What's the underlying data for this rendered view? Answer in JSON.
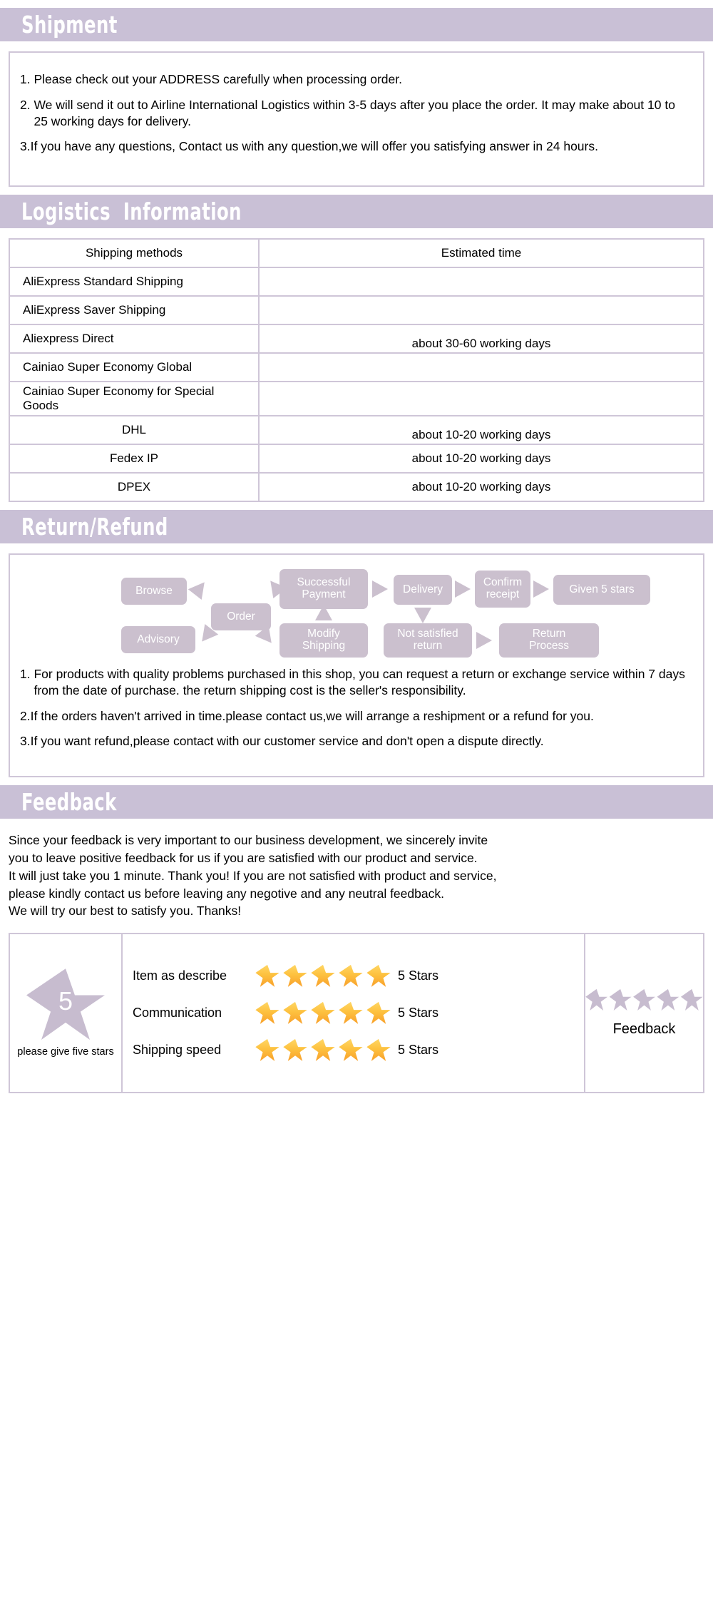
{
  "theme": {
    "bar_color": "#c9c0d6",
    "border_color": "#cfc6d8",
    "flow_box_color": "#cbc0ce",
    "star_gold": "#fdc13f",
    "star_purple": "#c7bccf"
  },
  "shipment": {
    "heading": "Shipment",
    "items": [
      {
        "num": "1. ",
        "text": "Please check out your ADDRESS carefully when processing order."
      },
      {
        "num": "2. ",
        "text": "We will send it out to Airline International Logistics within 3-5 days after you place the order. It may make about 10 to 25 working days for delivery."
      },
      {
        "num": "3.",
        "text": "If you have any questions, Contact us with any question,we will offer you satisfying answer in 24 hours."
      }
    ]
  },
  "logistics": {
    "heading": "Logistics  Information",
    "columns": [
      "Shipping methods",
      "Estimated time"
    ],
    "rows": [
      {
        "method": "AliExpress Standard Shipping",
        "time": ""
      },
      {
        "method": "AliExpress Saver Shipping",
        "time": ""
      },
      {
        "method": "Aliexpress Direct",
        "time": "about 30-60 working days"
      },
      {
        "method": "Cainiao Super Economy Global",
        "time": ""
      },
      {
        "method": "Cainiao Super Economy for Special Goods",
        "time": ""
      },
      {
        "method": "DHL",
        "time": "about 10-20 working days"
      },
      {
        "method": "Fedex IP",
        "time": "about 10-20 working days"
      },
      {
        "method": "DPEX",
        "time": "about 10-20 working days"
      }
    ]
  },
  "returnrefund": {
    "heading": "Return/Refund",
    "flow": {
      "browse": "Browse",
      "advisory": "Advisory",
      "order": "Order",
      "successful_payment": "Successful\nPayment",
      "modify_shipping": "Modify\nShipping",
      "delivery": "Delivery",
      "confirm_receipt": "Confirm\nreceipt",
      "given_5_stars": "Given 5 stars",
      "not_satisfied_return": "Not satisfied\nreturn",
      "return_process": "Return\nProcess"
    },
    "items": [
      {
        "num": "1. ",
        "text": "For products with quality problems purchased in this shop, you can request a return or exchange service within 7 days from the date of purchase. the return shipping cost is the seller's responsibility."
      },
      {
        "num": "2.",
        "text": "If the orders haven't arrived in time.please contact us,we will arrange a reshipment or a refund for you."
      },
      {
        "num": "3.",
        "text": "If you want refund,please contact with our customer service and don't open a dispute directly."
      }
    ]
  },
  "feedback": {
    "heading": "Feedback",
    "paragraph_lines": [
      "Since your feedback is very important to our business development, we sincerely invite",
      "you to leave positive feedback for us if you are satisfied with our product and service.",
      "It will just take you 1 minute. Thank you! If you are not satisfied with product and service,",
      "please kindly contact us before leaving any negotive and any neutral feedback.",
      "We will try our best to satisfy you. Thanks!"
    ],
    "big_star_number": "5",
    "give_five_label": "please give five stars",
    "ratings": [
      {
        "label": "Item as describe",
        "stars": 5,
        "count_label": "5 Stars"
      },
      {
        "label": "Communication",
        "stars": 5,
        "count_label": "5 Stars"
      },
      {
        "label": "Shipping speed",
        "stars": 5,
        "count_label": "5 Stars"
      }
    ],
    "feedback_stars": 5,
    "feedback_label": "Feedback"
  }
}
